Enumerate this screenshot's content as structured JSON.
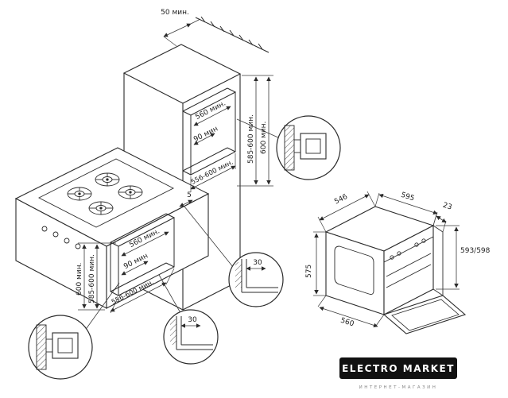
{
  "page": {
    "background": "#ffffff"
  },
  "colors": {
    "line": "#2b2b2b",
    "dim_line": "#3a3a3a",
    "logo_bg": "#111111",
    "logo_text": "#ffffff",
    "tagline_text": "#8a8a8a"
  },
  "installation": {
    "upper": {
      "clearance_top": "50 мин.",
      "niche_depth": "560 мин.",
      "niche_recess": "90 мин",
      "niche_height_range": "585-600 мин.",
      "niche_height": "600 мин.",
      "niche_width_range": "556-600 мин.",
      "hob_gap": "5"
    },
    "lower": {
      "niche_depth": "560 мин.",
      "niche_recess": "90 мин",
      "niche_height": "600 мин.",
      "niche_height_range": "585-600 мин.",
      "niche_width_range": "556-600 мин."
    },
    "details": {
      "offset_right": "30",
      "offset_bottom": "30"
    }
  },
  "oven": {
    "top_depth": "546",
    "width": "595",
    "door_thickness": "23",
    "height": "593/598",
    "side_height": "575",
    "bottom_depth": "560"
  },
  "logo": {
    "name": "ELECTRO MARKET",
    "tagline": "ИНТЕРНЕТ-МАГАЗИН"
  }
}
